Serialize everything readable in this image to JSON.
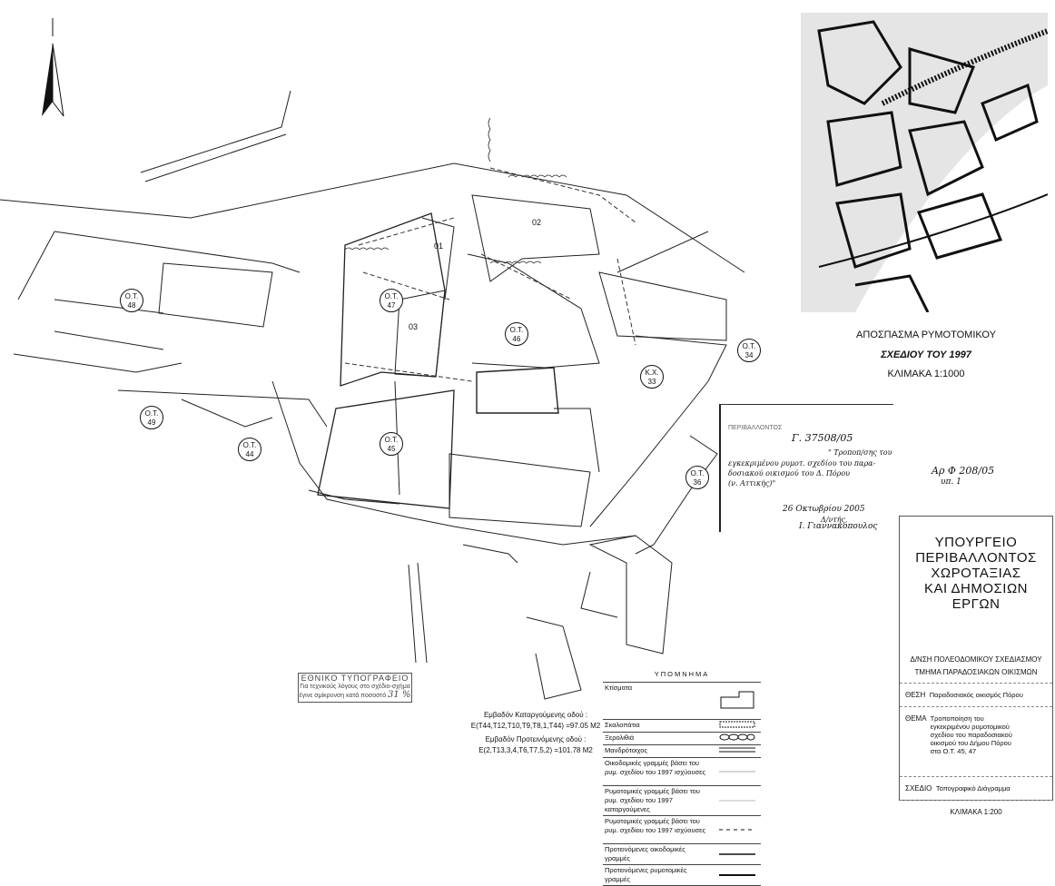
{
  "map": {
    "blocks": [
      {
        "prefix": "Ο.Τ.",
        "num": "48"
      },
      {
        "prefix": "Ο.Τ.",
        "num": "47"
      },
      {
        "prefix": "Ο.Τ.",
        "num": "46"
      },
      {
        "prefix": "Ο.Τ.",
        "num": "45"
      },
      {
        "prefix": "Ο.Τ.",
        "num": "49"
      },
      {
        "prefix": "Ο.Τ.",
        "num": "44"
      },
      {
        "prefix": "Ο.Τ.",
        "num": "34"
      },
      {
        "prefix": "Ο.Τ.",
        "num": "36"
      },
      {
        "prefix": "Κ.Χ.",
        "num": "33"
      }
    ],
    "plots": [
      "01",
      "02",
      "03"
    ]
  },
  "inset": {
    "caption_line1": "ΑΠΟΣΠΑΣΜΑ ΡΥΜΟΤΟΜΙΚΟΥ",
    "caption_line2": "ΣΧΕΔΙΟΥ ΤΟΥ 1997",
    "caption_scale": "ΚΛΙΜΑΚΑ 1:1000"
  },
  "stamp": {
    "title": "ΕΘΝΙΚΟ ΤΥΠΟΓΡΑΦΕΙΟ",
    "line1": "Για τεχνικούς λόγους στο σχέδιο-σχήμα",
    "line2": "έγινε σμίκρυνση κατά ποσοστό",
    "percent": "31 %"
  },
  "areas": {
    "abolished_label": "Εμβαδόν Καταργούμενης οδού :",
    "abolished_value": "E(T44,T12,T10,T9,T8,1,T44) =97.05 M2",
    "proposed_label": "Εμβαδόν Προτεινόμενης οδού :",
    "proposed_value": "E(2,T13,3,4,T6,T7,5,2) =101.78 M2"
  },
  "legend": {
    "title": "ΥΠΟΜΝΗΜΑ",
    "items": [
      "Κτίσματα",
      "Σκαλοπάτια",
      "Ξερολιθιά",
      "Μανδρότοιχος",
      "Οικοδομικές γραμμές βάσει του ρυμ. σχεδίου του 1997 ισχύουσες",
      "Ρυμοτομικές γραμμές βάσει του ρυμ. σχεδίου του 1997 καταργούμενες",
      "Ρυμοτομικές γραμμές βάσει του ρυμ. σχεδίου του 1997 ισχύουσες",
      "Προτεινόμενες οικοδομικές γραμμές",
      "Προτεινόμενες ρυμοτομικές γραμμές"
    ]
  },
  "official_note": {
    "header": "ΠΕΡΙΒΑΛΛΟΝΤΟΣ",
    "ref": "Γ. 37508/05",
    "text1": "\" Τροποπ/σης του",
    "text2": "εγκεκριμένου ρυμοτ. σχεδίου του παρα-",
    "text3": "δοσιακού οικισμού του Δ. Πόρου",
    "text4": "(ν. Αττικής)\"",
    "date": "26 Οκτωβρίου 2005",
    "role": "Δ/ντής",
    "signature": "Ι. Γιαννακόπουλος"
  },
  "file_ref": {
    "line1": "Αρ Φ 208/05",
    "line2": "υπ. 1"
  },
  "title_block": {
    "ministry": [
      "ΥΠΟΥΡΓΕΙΟ",
      "ΠΕΡΙΒΑΛΛΟΝΤΟΣ",
      "ΧΩΡΟΤΑΞΙΑΣ",
      "ΚΑΙ ΔΗΜΟΣΙΩΝ ΕΡΓΩΝ"
    ],
    "directorate": "Δ/ΝΣΗ ΠΟΛΕΟΔΟΜΙΚΟΥ ΣΧΕΔΙΑΣΜΟΥ",
    "department": "ΤΜΗΜΑ ΠΑΡΑΔΟΣΙΑΚΩΝ ΟΙΚΙΣΜΩΝ",
    "location_label": "ΘΕΣΗ",
    "location_value": "Παραδοσιακός οικισμός Πόρου",
    "subject_label": "ΘΕΜΑ",
    "subject_value": "Τροποποίηση του εγκεκριμένου ρυμοτομικού σχεδίου του παραδοσιακού οικισμού του Δήμου Πόρου στα Ο.Τ. 45, 47",
    "drawing_label": "ΣΧΕΔΙΟ",
    "drawing_value": "Τοπογραφικό Διάγραμμα",
    "scale": "ΚΛΙΜΑΚΑ 1:200"
  },
  "north_arrow": "north-arrow-icon"
}
